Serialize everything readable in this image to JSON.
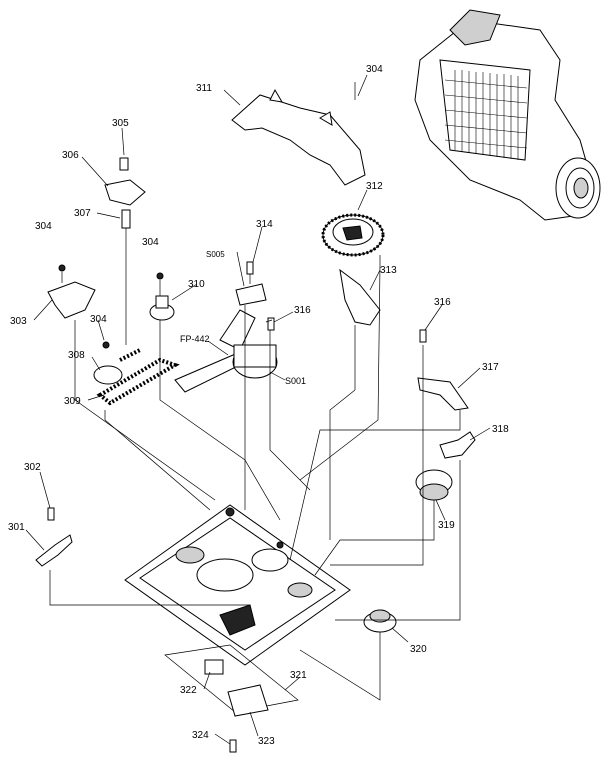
{
  "diagram": {
    "labels": [
      {
        "id": "l311",
        "text": "311"
      },
      {
        "id": "l304a",
        "text": "304"
      },
      {
        "id": "l305",
        "text": "305"
      },
      {
        "id": "l306",
        "text": "306"
      },
      {
        "id": "l307",
        "text": "307"
      },
      {
        "id": "l312",
        "text": "312"
      },
      {
        "id": "l304b",
        "text": "304"
      },
      {
        "id": "l314",
        "text": "314"
      },
      {
        "id": "l304c",
        "text": "304"
      },
      {
        "id": "ls005",
        "text": "S005"
      },
      {
        "id": "l313",
        "text": "313"
      },
      {
        "id": "l310",
        "text": "310"
      },
      {
        "id": "l303",
        "text": "303"
      },
      {
        "id": "l304d",
        "text": "304"
      },
      {
        "id": "l316a",
        "text": "316"
      },
      {
        "id": "l316b",
        "text": "316"
      },
      {
        "id": "lfp",
        "text": "FP-442"
      },
      {
        "id": "l308",
        "text": "308"
      },
      {
        "id": "ls001",
        "text": "S001"
      },
      {
        "id": "l317",
        "text": "317"
      },
      {
        "id": "l309",
        "text": "309"
      },
      {
        "id": "l318",
        "text": "318"
      },
      {
        "id": "l302",
        "text": "302"
      },
      {
        "id": "l301",
        "text": "301"
      },
      {
        "id": "l319",
        "text": "319"
      },
      {
        "id": "l320",
        "text": "320"
      },
      {
        "id": "l321",
        "text": "321"
      },
      {
        "id": "l322",
        "text": "322"
      },
      {
        "id": "l323",
        "text": "323"
      },
      {
        "id": "l324",
        "text": "324"
      }
    ]
  }
}
